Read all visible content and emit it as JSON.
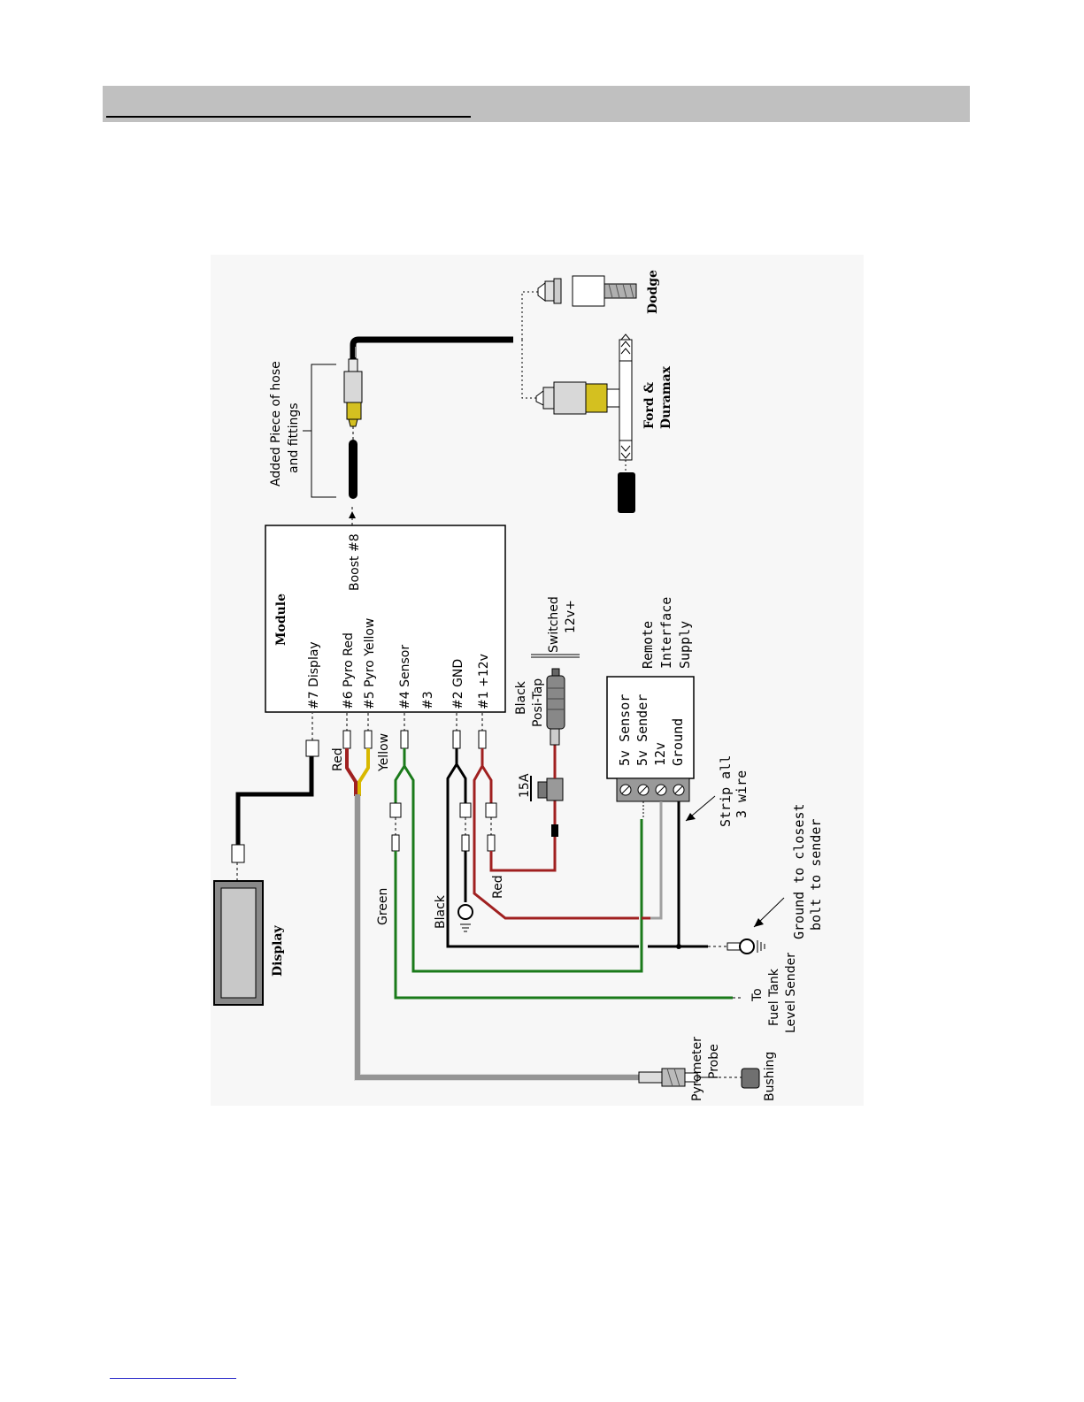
{
  "diagram": {
    "module": {
      "title": "Module",
      "ports": {
        "p7": "#7  Display",
        "p6": "#6  Pyro Red",
        "p5": "#5  Pyro Yellow",
        "p4": "#4   Sensor",
        "p3": "#3",
        "p2": "#2  GND",
        "p1": "#1   +12v",
        "boost": "Boost #8"
      }
    },
    "hose": {
      "line1": "Added Piece of hose",
      "line2": "and fittings"
    },
    "dodge": "Dodge",
    "ford": {
      "line1": "Ford &",
      "line2": "Duramax"
    },
    "display": "Display",
    "posi_tap": {
      "line1": "Black",
      "line2": "Posi-Tap"
    },
    "switched": {
      "line1": "Switched",
      "line2": "12v+"
    },
    "fuse": "15A",
    "remote": {
      "title_lines": [
        "Remote",
        "Interface",
        "Supply"
      ],
      "terminals": [
        "5v Sensor",
        "5v Sender",
        "12v",
        "Ground"
      ]
    },
    "strip": {
      "line1": "Strip all",
      "line2": "3 wire"
    },
    "ground_note": {
      "line1": "Ground to closest",
      "line2": "bolt to sender"
    },
    "fuel_tank": {
      "line1": "To",
      "line2": "Fuel Tank",
      "line3": "Level Sender"
    },
    "pyrometer": {
      "line1": "Pyrometer",
      "line2": "Probe"
    },
    "bushing": "Bushing",
    "wire_labels": {
      "red_top": "Red",
      "yellow": "Yellow",
      "green": "Green",
      "black": "Black",
      "red_bottom": "Red"
    },
    "colors": {
      "red_wire": "#a02020",
      "green_wire": "#1a7a1a",
      "black_wire": "#000000",
      "gray_wire": "#a0a0a0",
      "yellow_wire": "#d8b800",
      "brass": "#d4c020",
      "header_gray": "#c0c0c0"
    }
  }
}
